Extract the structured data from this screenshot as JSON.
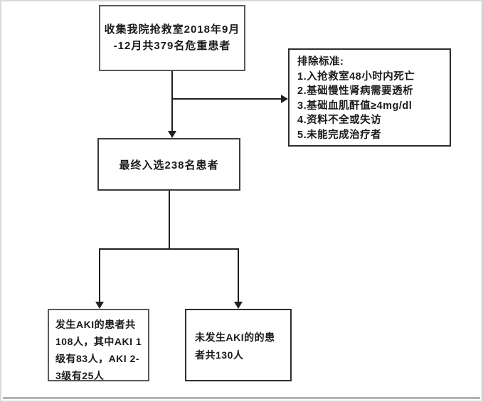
{
  "diagram": {
    "type": "flowchart",
    "topic": "AKI 危重患者筛选流程图",
    "colors": {
      "box_border": "#3c3c3c",
      "connector": "#1f1f1f",
      "text": "#1a1a1a",
      "background": "#ffffff",
      "outer_frame": "#b3b3b3"
    },
    "boxes": {
      "collect": {
        "lines": [
          "收集我院抢救室2018年9月",
          "-12月共379名危重患者"
        ]
      },
      "exclusion": {
        "title": "排除标准:",
        "items": [
          "1.入抢救室48小时内死亡",
          "2.基础慢性肾病需要透析",
          "3.基础血肌酐值≥4mg/dl",
          "4.资料不全或失访",
          "5.未能完成治疗者"
        ]
      },
      "enrolled": {
        "text": "最终入选238名患者"
      },
      "aki": {
        "lines": [
          "发生AKI的患者共",
          "108人，其中AKI 1",
          "级有83人，AKI 2-",
          "3级有25人"
        ]
      },
      "no_aki": {
        "lines": [
          "未发生AKI的的患",
          "者共130人"
        ]
      }
    },
    "edges": [
      {
        "from": "collect",
        "to": "enrolled",
        "style": "arrow-down"
      },
      {
        "from": "collect",
        "to": "exclusion",
        "style": "arrow-right"
      },
      {
        "from": "enrolled",
        "to": "aki",
        "style": "arrow-down"
      },
      {
        "from": "enrolled",
        "to": "no_aki",
        "style": "arrow-down"
      }
    ]
  }
}
